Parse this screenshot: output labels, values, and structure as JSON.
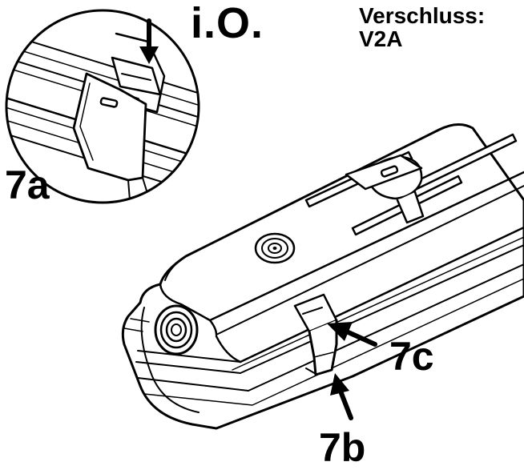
{
  "labels": {
    "status": "i.O.",
    "material_line1": "Verschluss:",
    "material_line2": "V2A",
    "detail_7a": "7a",
    "detail_7b": "7b",
    "detail_7c": "7c"
  },
  "colors": {
    "line": "#000000",
    "background": "#ffffff"
  }
}
